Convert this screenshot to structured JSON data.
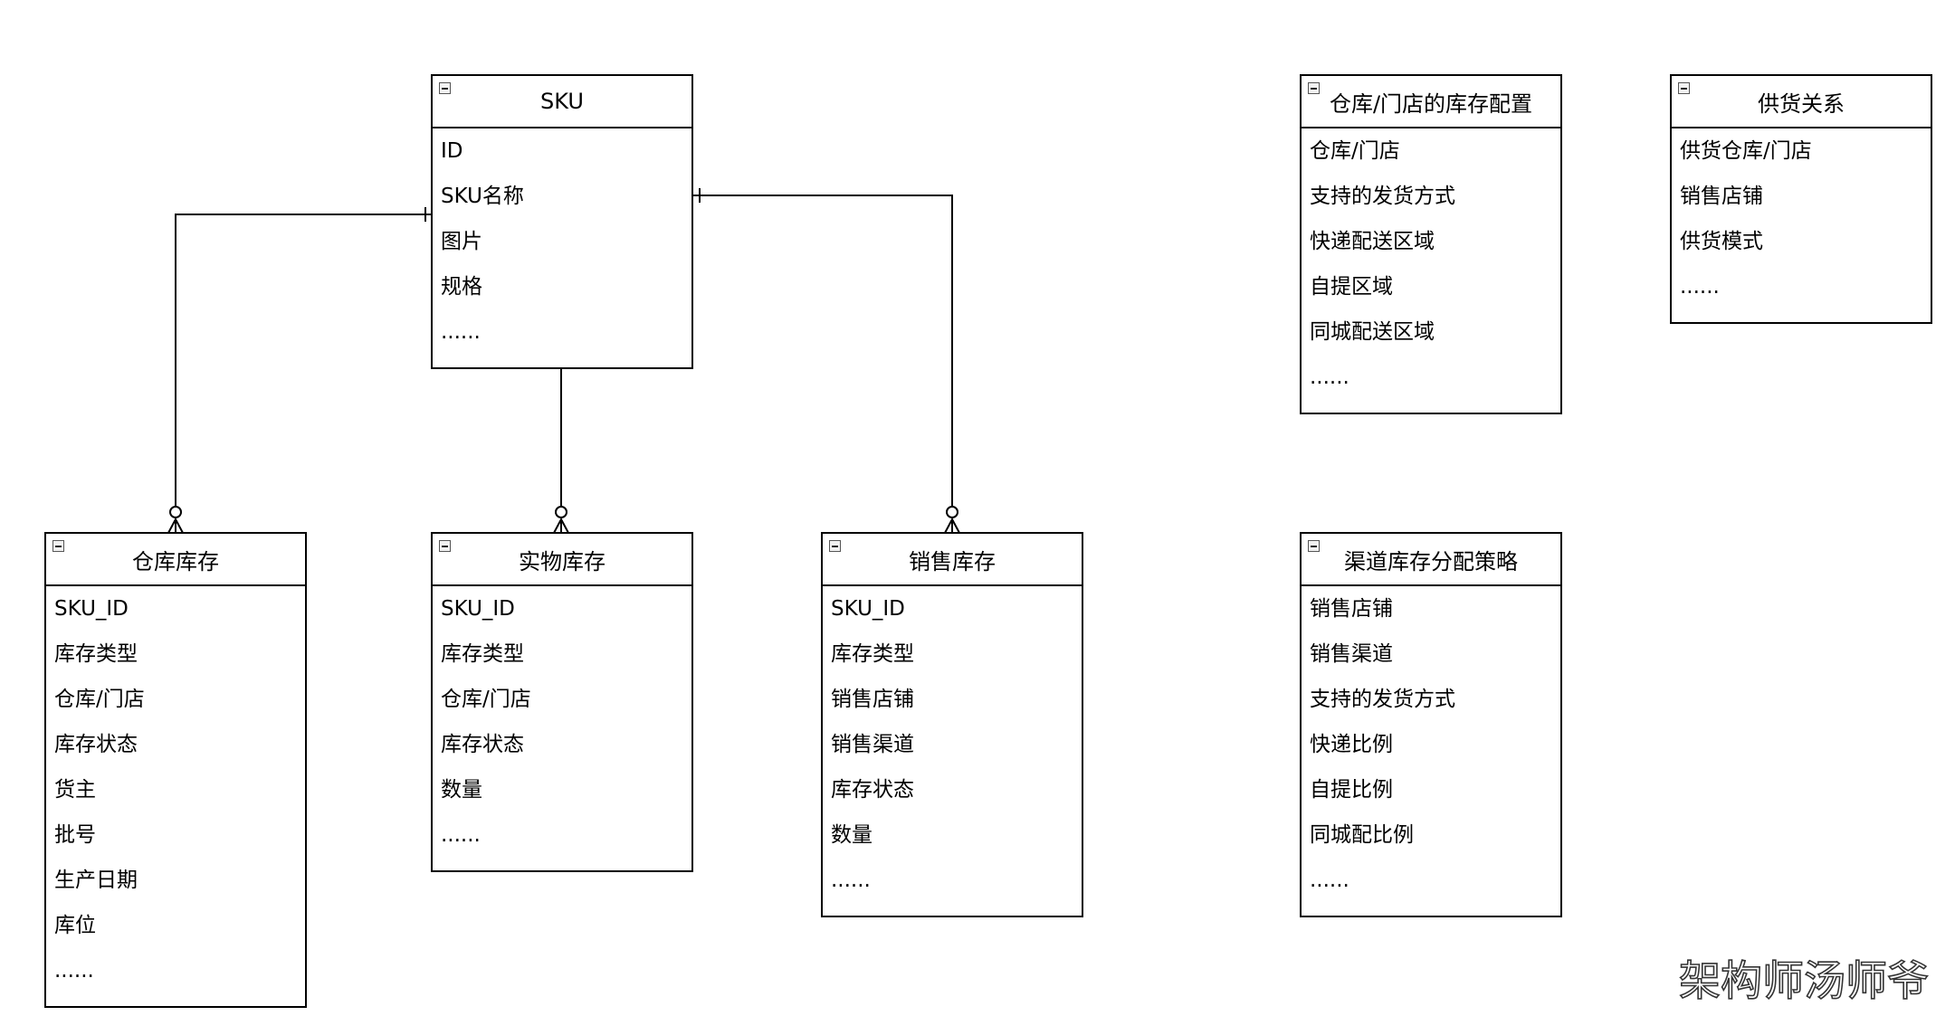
{
  "entities": {
    "sku": {
      "title": "SKU",
      "fields": [
        "ID",
        "SKU名称",
        "图片",
        "规格",
        "......"
      ]
    },
    "warehouse_inventory": {
      "title": "仓库库存",
      "fields": [
        "SKU_ID",
        "库存类型",
        "仓库/门店",
        "库存状态",
        "货主",
        "批号",
        "生产日期",
        "库位",
        "......"
      ]
    },
    "physical_inventory": {
      "title": "实物库存",
      "fields": [
        "SKU_ID",
        "库存类型",
        "仓库/门店",
        "库存状态",
        "数量",
        "......"
      ]
    },
    "sales_inventory": {
      "title": "销售库存",
      "fields": [
        "SKU_ID",
        "库存类型",
        "销售店铺",
        "销售渠道",
        "库存状态",
        "数量",
        "......"
      ]
    },
    "store_inventory_config": {
      "title": "仓库/门店的库存配置",
      "fields": [
        "仓库/门店",
        "支持的发货方式",
        "快递配送区域",
        "自提区域",
        "同城配送区域",
        "......"
      ]
    },
    "supply_relation": {
      "title": "供货关系",
      "fields": [
        "供货仓库/门店",
        "销售店铺",
        "供货模式",
        "......"
      ]
    },
    "channel_allocation_strategy": {
      "title": "渠道库存分配策略",
      "fields": [
        "销售店铺",
        "销售渠道",
        "支持的发货方式",
        "快递比例",
        "自提比例",
        "同城配比例",
        "......"
      ]
    }
  },
  "relationships": [
    {
      "from": "sku",
      "to": "warehouse_inventory",
      "from_cardinality": "one",
      "to_cardinality": "zero-or-many"
    },
    {
      "from": "sku",
      "to": "physical_inventory",
      "from_cardinality": "one",
      "to_cardinality": "zero-or-many"
    },
    {
      "from": "sku",
      "to": "sales_inventory",
      "from_cardinality": "one",
      "to_cardinality": "zero-or-many"
    }
  ],
  "watermark": "架构师汤师爷",
  "colors": {
    "line": "#000000",
    "background": "#ffffff"
  }
}
